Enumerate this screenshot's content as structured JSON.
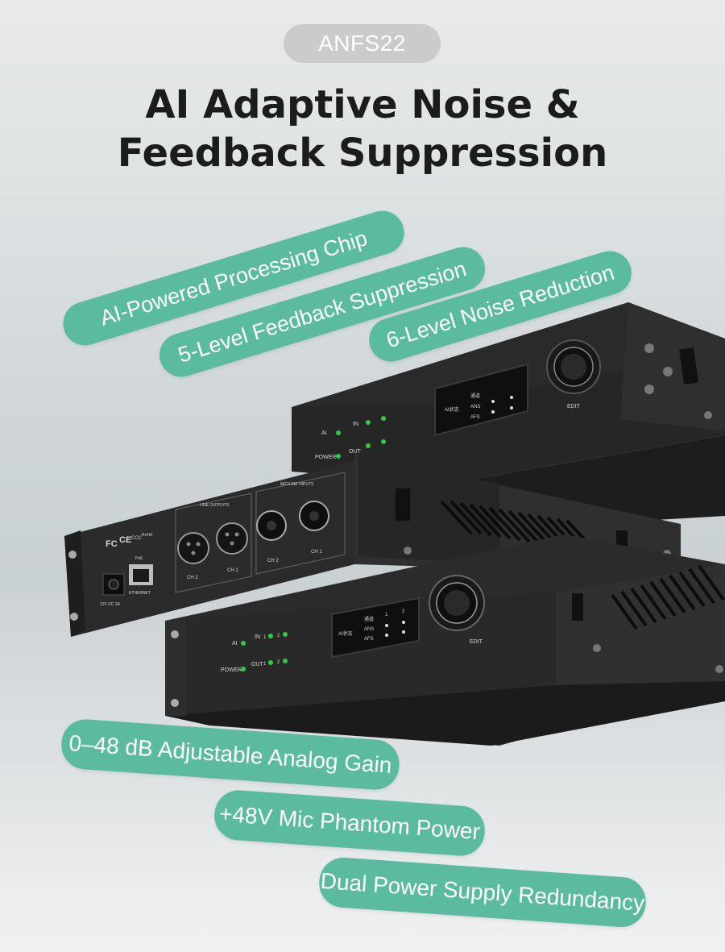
{
  "model": "ANFS22",
  "title_line1": "AI Adaptive Noise &",
  "title_line2": "Feedback Suppression",
  "features_top": [
    "AI-Powered Processing Chip",
    "5-Level Feedback Suppression",
    "6-Level Noise Reduction"
  ],
  "features_bottom": [
    "0–48 dB Adjustable Analog Gain",
    "+48V Mic Phantom Power",
    "Dual Power Supply Redundancy"
  ],
  "device": {
    "led_ai": "AI",
    "led_power": "POWER",
    "led_in": "IN",
    "led_out": "OUT",
    "ch_1": "1",
    "ch_2": "2",
    "knob_label": "EDIT",
    "panel_mode": "AI状态",
    "panel_channel": "通道",
    "panel_ans": "ANS",
    "panel_afs": "AFS",
    "rear_line_outputs": "LINE OUTPUTS",
    "rear_mic_line_inputs": "MIC/LINE INPUTS",
    "rear_ch2": "CH 2",
    "rear_ch1": "CH 1",
    "rear_poe": "PoE",
    "rear_ethernet": "ETHERNET",
    "rear_power": "12V DC 2A",
    "cert_fc": "FC",
    "cert_ce": "CE",
    "cert_ccc": "CCC",
    "cert_rohs": "RoHS"
  },
  "colors": {
    "pill": "#5bbba0",
    "led": "#2ecc40",
    "title": "#1c1c1c"
  }
}
